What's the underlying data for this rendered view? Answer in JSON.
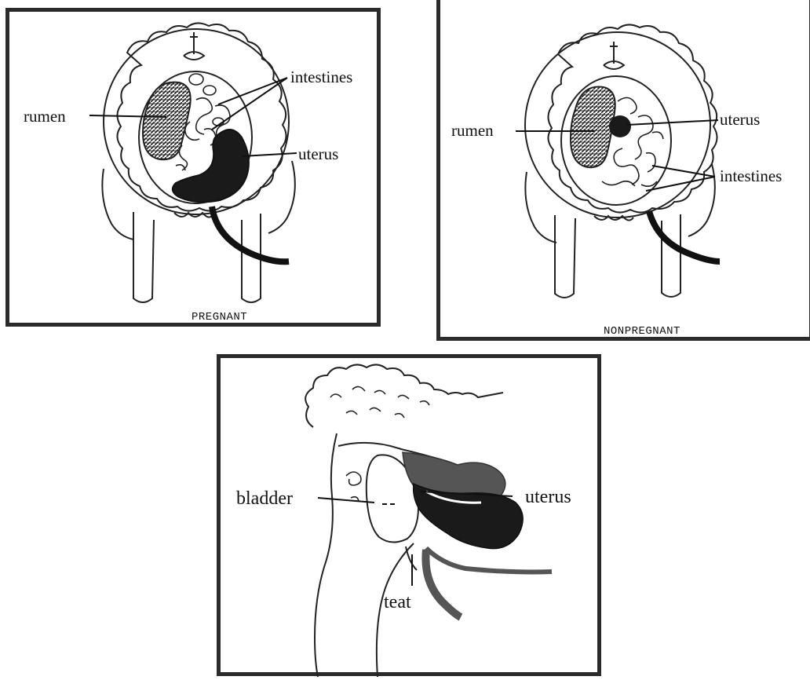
{
  "panels": {
    "pregnant": {
      "caption": "PREGNANT",
      "labels": {
        "rumen": "rumen",
        "intestines": "intestines",
        "uterus": "uterus"
      }
    },
    "nonpregnant": {
      "caption": "NONPREGNANT",
      "labels": {
        "rumen": "rumen",
        "uterus": "uterus",
        "intestines": "intestines"
      }
    },
    "side_view": {
      "labels": {
        "bladder": "bladder",
        "uterus": "uterus",
        "teat": "teat"
      }
    }
  },
  "colors": {
    "ink": "#111111",
    "frame": "#2b2b2b",
    "uterus_fill": "#1a1a1a",
    "shadow_fill": "#555555"
  }
}
